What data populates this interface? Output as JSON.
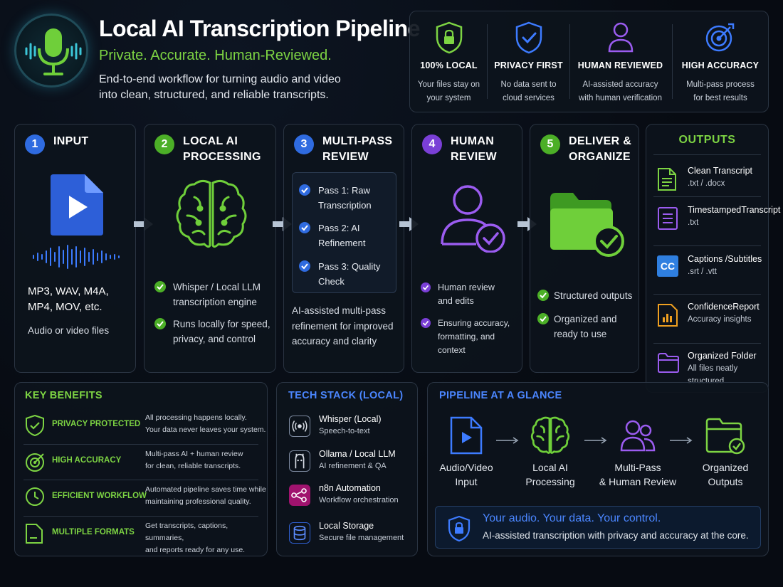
{
  "header": {
    "title": "Local AI Transcription Pipeline",
    "subtitle": "Private. Accurate. Human-Reviewed.",
    "description_line1": "End-to-end workflow for turning audio and video",
    "description_line2": "into clean, structured, and reliable transcripts.",
    "logo_icon": "microphone-icon"
  },
  "features": [
    {
      "title": "100% LOCAL",
      "desc1": "Your files stay on",
      "desc2": "your system",
      "icon": "lock-shield-icon",
      "color": "#7dd443"
    },
    {
      "title": "PRIVACY FIRST",
      "desc1": "No data sent to",
      "desc2": "cloud services",
      "icon": "shield-check-icon",
      "color": "#3d7bff"
    },
    {
      "title": "HUMAN REVIEWED",
      "desc1": "AI-assisted accuracy",
      "desc2": "with human verification",
      "icon": "person-icon",
      "color": "#9b5cf0"
    },
    {
      "title": "HIGH ACCURACY",
      "desc1": "Multi-pass process",
      "desc2": "for best results",
      "icon": "target-icon",
      "color": "#3d7bff"
    }
  ],
  "steps": {
    "input": {
      "num": "1",
      "title": "INPUT",
      "formats1": "MP3, WAV, M4A,",
      "formats2": "MP4, MOV, etc.",
      "note": "Audio or video files"
    },
    "processing": {
      "num": "2",
      "title1": "LOCAL AI",
      "title2": "PROCESSING",
      "item1_l1": "Whisper / Local LLM",
      "item1_l2": "transcription engine",
      "item2_l1": "Runs locally for speed,",
      "item2_l2": "privacy, and control"
    },
    "review": {
      "num": "3",
      "title1": "MULTI-PASS",
      "title2": "REVIEW",
      "pass1_l1": "Pass 1: Raw",
      "pass1_l2": "Transcription",
      "pass2_l1": "Pass 2: AI",
      "pass2_l2": "Refinement",
      "pass3_l1": "Pass 3: Quality",
      "pass3_l2": "Check",
      "note1": "AI-assisted multi-pass",
      "note2": "refinement for improved",
      "note3": "accuracy and clarity"
    },
    "human": {
      "num": "4",
      "title1": "HUMAN",
      "title2": "REVIEW",
      "item1_l1": "Human review",
      "item1_l2": "and edits",
      "item2_l1": "Ensuring accuracy,",
      "item2_l2": "formatting, and context"
    },
    "deliver": {
      "num": "5",
      "title1": "DELIVER &",
      "title2": "ORGANIZE",
      "item1_l1": "Structured outputs",
      "item2_l1": "Organized and",
      "item2_l2": "ready to use"
    }
  },
  "outputs": {
    "title": "OUTPUTS",
    "items": [
      {
        "title1": "Clean Transcript",
        "title2": "",
        "sub": ".txt / .docx",
        "icon": "document-icon",
        "color": "#7dd443"
      },
      {
        "title1": "Timestamped",
        "title2": "Transcript",
        "sub": ".txt",
        "icon": "list-document-icon",
        "color": "#9b5cf0"
      },
      {
        "title1": "Captions /",
        "title2": "Subtitles",
        "sub": ".srt / .vtt",
        "icon": "cc-icon",
        "color": "#2f7fe0"
      },
      {
        "title1": "Confidence",
        "title2": "Report",
        "sub": "Accuracy insights",
        "icon": "chart-document-icon",
        "color": "#f0a020"
      },
      {
        "title1": "Organized Folder",
        "title2": "",
        "sub": "All files neatly",
        "sub2": "structured",
        "icon": "folder-icon",
        "color": "#9b5cf0"
      }
    ]
  },
  "benefits": {
    "title": "KEY BENEFITS",
    "items": [
      {
        "title": "PRIVACY PROTECTED",
        "desc1": "All processing happens locally.",
        "desc2": "Your data never leaves your system.",
        "icon": "shield-check-icon"
      },
      {
        "title": "HIGH ACCURACY",
        "desc1": "Multi-pass AI + human review",
        "desc2": "for clean, reliable transcripts.",
        "icon": "target-icon"
      },
      {
        "title": "EFFICIENT WORKFLOW",
        "desc1": "Automated pipeline saves time while",
        "desc2": "maintaining professional quality.",
        "icon": "clock-icon"
      },
      {
        "title": "MULTIPLE FORMATS",
        "desc1": "Get transcripts, captions, summaries,",
        "desc2": "and reports ready for any use.",
        "icon": "document-icon"
      }
    ]
  },
  "tech": {
    "title": "TECH STACK (LOCAL)",
    "items": [
      {
        "title": "Whisper (Local)",
        "sub": "Speech-to-text",
        "icon": "audio-waves-icon"
      },
      {
        "title": "Ollama / Local LLM",
        "sub": "AI refinement & QA",
        "icon": "llama-icon"
      },
      {
        "title": "n8n Automation",
        "sub": "Workflow orchestration",
        "icon": "nodes-icon"
      },
      {
        "title": "Local Storage",
        "sub": "Secure file management",
        "icon": "database-icon"
      }
    ]
  },
  "glance": {
    "title": "PIPELINE AT A GLANCE",
    "items": [
      {
        "l1": "Audio/Video",
        "l2": "Input",
        "icon": "play-file-icon"
      },
      {
        "l1": "Local AI",
        "l2": "Processing",
        "icon": "brain-icon"
      },
      {
        "l1": "Multi-Pass",
        "l2": "& Human Review",
        "icon": "people-icon"
      },
      {
        "l1": "Organized",
        "l2": "Outputs",
        "icon": "folder-check-icon"
      }
    ],
    "banner_title": "Your audio. Your data. Your control.",
    "banner_text": "AI-assisted transcription with privacy and accuracy at the core."
  },
  "colors": {
    "green": "#7dd443",
    "blue": "#3d7bff",
    "purple": "#9b5cf0",
    "step1": "#2f6be0",
    "step2": "#4caf27",
    "step3": "#2f6be0",
    "step4": "#7a3fd6",
    "step5": "#4caf27"
  }
}
